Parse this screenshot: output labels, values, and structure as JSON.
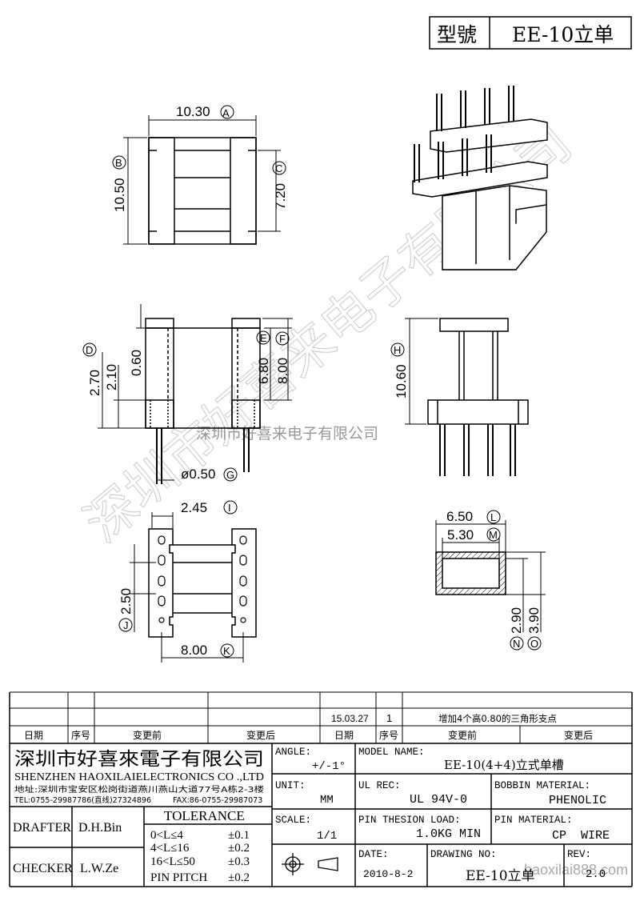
{
  "header": {
    "model_label": "型號",
    "model_value": "EE-10立单"
  },
  "watermark": {
    "large": "深圳市好喜来电子有限公司",
    "small": "深圳市好喜来电子有限公司",
    "url": "haoxilai888.com"
  },
  "dimensions": {
    "A": "10.30",
    "B": "10.50",
    "C": "7.20",
    "D": "2.70",
    "D2": "2.10",
    "D3": "0.60",
    "E": "6.80",
    "F": "8.00",
    "G": "ø0.50",
    "H": "10.60",
    "I": "2.45",
    "J": "2.50",
    "K": "8.00",
    "L": "6.50",
    "M": "5.30",
    "N": "2.90",
    "O": "3.90"
  },
  "revision": {
    "date": "15.03.27",
    "seq": "1",
    "before": "增加4个高0.80的三角形支点",
    "headers": [
      "日期",
      "序号",
      "变更前",
      "变更后",
      "日期",
      "序号",
      "变更前",
      "变更后"
    ]
  },
  "company": {
    "name_cn": "深圳市好喜來電子有限公司",
    "name_en": "SHENZHEN HAOXILAIELECTRONICS CO .,LTD",
    "address": "地址:深圳市宝安区松岗街道燕川燕山大道77号A栋2-3楼",
    "tel": "TEL:0755-29987786(直线)27324896",
    "fax": "FAX:86-0755-29987073"
  },
  "title_block": {
    "angle_label": "ANGLE:",
    "angle_value": "+/-1°",
    "model_name_label": "MODEL NAME:",
    "model_name_value": "EE-10(4+4)立式单槽",
    "unit_label": "UNIT:",
    "unit_value": "MM",
    "ul_label": "UL REC:",
    "ul_value": "UL 94V-0",
    "bobbin_label": "BOBBIN MATERIAL:",
    "bobbin_value": "PHENOLIC",
    "scale_label": "SCALE:",
    "scale_value": "1/1",
    "pin_load_label": "PIN THESION LOAD:",
    "pin_load_value": "1.0KG MIN",
    "pin_mat_label": "PIN MATERIAL:",
    "pin_mat_value": "CP  WIRE",
    "date_label": "DATE:",
    "date_value": "2010-8-2",
    "drawing_label": "DRAWING NO:",
    "drawing_value": "EE-10立单",
    "rev_label": "REV:",
    "rev_value": "2.0"
  },
  "signoff": {
    "drafter_label": "DRAFTER",
    "drafter_name": "D.H.Bin",
    "checker_label": "CHECKER",
    "checker_name": "L.W.Ze"
  },
  "tolerance": {
    "title": "TOLERANCE",
    "rows": [
      {
        "range": "0<L≤4",
        "tol": "±0.1"
      },
      {
        "range": "4<L≤16",
        "tol": "±0.2"
      },
      {
        "range": "16<L≤50",
        "tol": "±0.3"
      },
      {
        "range": "PIN PITCH",
        "tol": "±0.2"
      }
    ]
  }
}
